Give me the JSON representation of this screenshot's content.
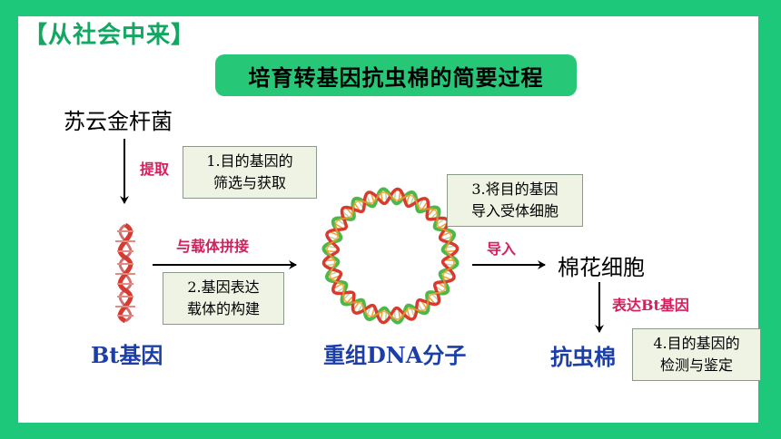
{
  "section_title": "【从社会中来】",
  "process_title": "培育转基因抗虫棉的简要过程",
  "nodes": {
    "source": "苏云金杆菌",
    "bt_gene": "Bt基因",
    "recombinant": "重组DNA分子",
    "cotton_cell": "棉花细胞",
    "insect_resistant_cotton": "抗虫棉"
  },
  "arrow_labels": {
    "extract": "提取",
    "splice": "与载体拼接",
    "import": "导入",
    "express": "表达Bt基因"
  },
  "steps": [
    {
      "line1": "1.目的基因的",
      "line2": "筛选与获取"
    },
    {
      "line1": "2.基因表达",
      "line2": "载体的构建"
    },
    {
      "line1": "3.将目的基因",
      "line2": "导入受体细胞"
    },
    {
      "line1": "4.目的基因的",
      "line2": "检测与鉴定"
    }
  ],
  "colors": {
    "background": "#1ec87a",
    "title_bar": "#26c878",
    "label_blue": "#1b3ea8",
    "label_red": "#d4205e",
    "dna_green": "#4cb84a",
    "dna_red": "#d83a30",
    "dna_orange": "#f0a030"
  }
}
